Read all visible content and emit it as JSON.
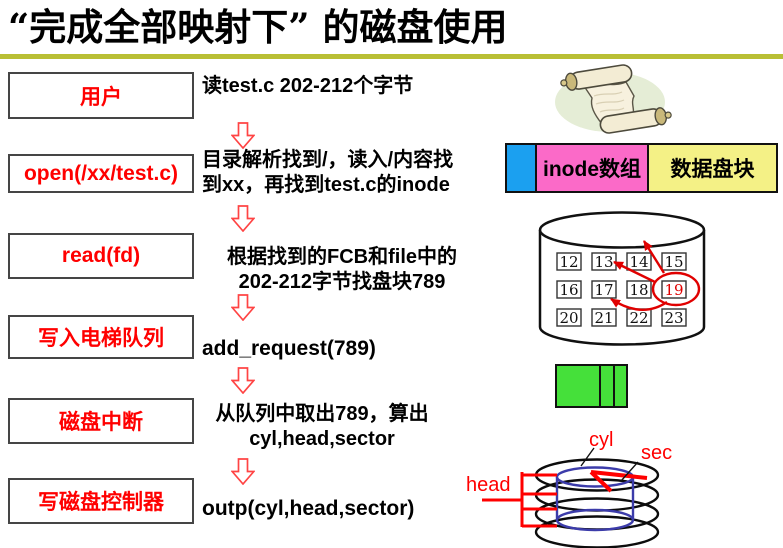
{
  "title": "“完成全部映射下” 的磁盘使用",
  "flow": {
    "steps": [
      {
        "box": "用户",
        "lines": [
          "读test.c 202-212个字节"
        ]
      },
      {
        "box": "open(/xx/test.c)",
        "lines": [
          "目录解析找到/，读入/内容找",
          "到xx，再找到test.c的inode"
        ]
      },
      {
        "box": "read(fd)",
        "lines": [
          "根据找到的FCB和file中的",
          "202-212字节找盘块789"
        ]
      },
      {
        "box": "写入电梯队列",
        "lines": [
          "add_request(789)"
        ]
      },
      {
        "box": "磁盘中断",
        "lines": [
          "从队列中取出789，算出",
          "cyl,head,sector"
        ]
      },
      {
        "box": "写磁盘控制器",
        "lines": [
          "outp(cyl,head,sector)"
        ]
      }
    ]
  },
  "memory_bar": {
    "inode_label": "inode数组",
    "data_label": "数据盘块"
  },
  "disk": {
    "blocks": [
      [
        "12",
        "13",
        "14",
        "15"
      ],
      [
        "16",
        "17",
        "18",
        "19"
      ],
      [
        "20",
        "21",
        "22",
        "23"
      ]
    ],
    "highlighted_block": "19"
  },
  "platter": {
    "cyl_label": "cyl",
    "sec_label": "sec",
    "head_label": "head"
  },
  "icons": {
    "down_arrow": "hollow-red-down-arrow",
    "scroll": "parchment-scroll-clipart"
  },
  "colors": {
    "red_accent": "#ff0000",
    "bar_blue": "#1ba0f0",
    "bar_pink": "#fb6ac8",
    "bar_yellow": "#f4f186",
    "queue_green": "#45e03a",
    "title_underline": "#b9bf35",
    "platter_blue": "#3c3caa"
  }
}
